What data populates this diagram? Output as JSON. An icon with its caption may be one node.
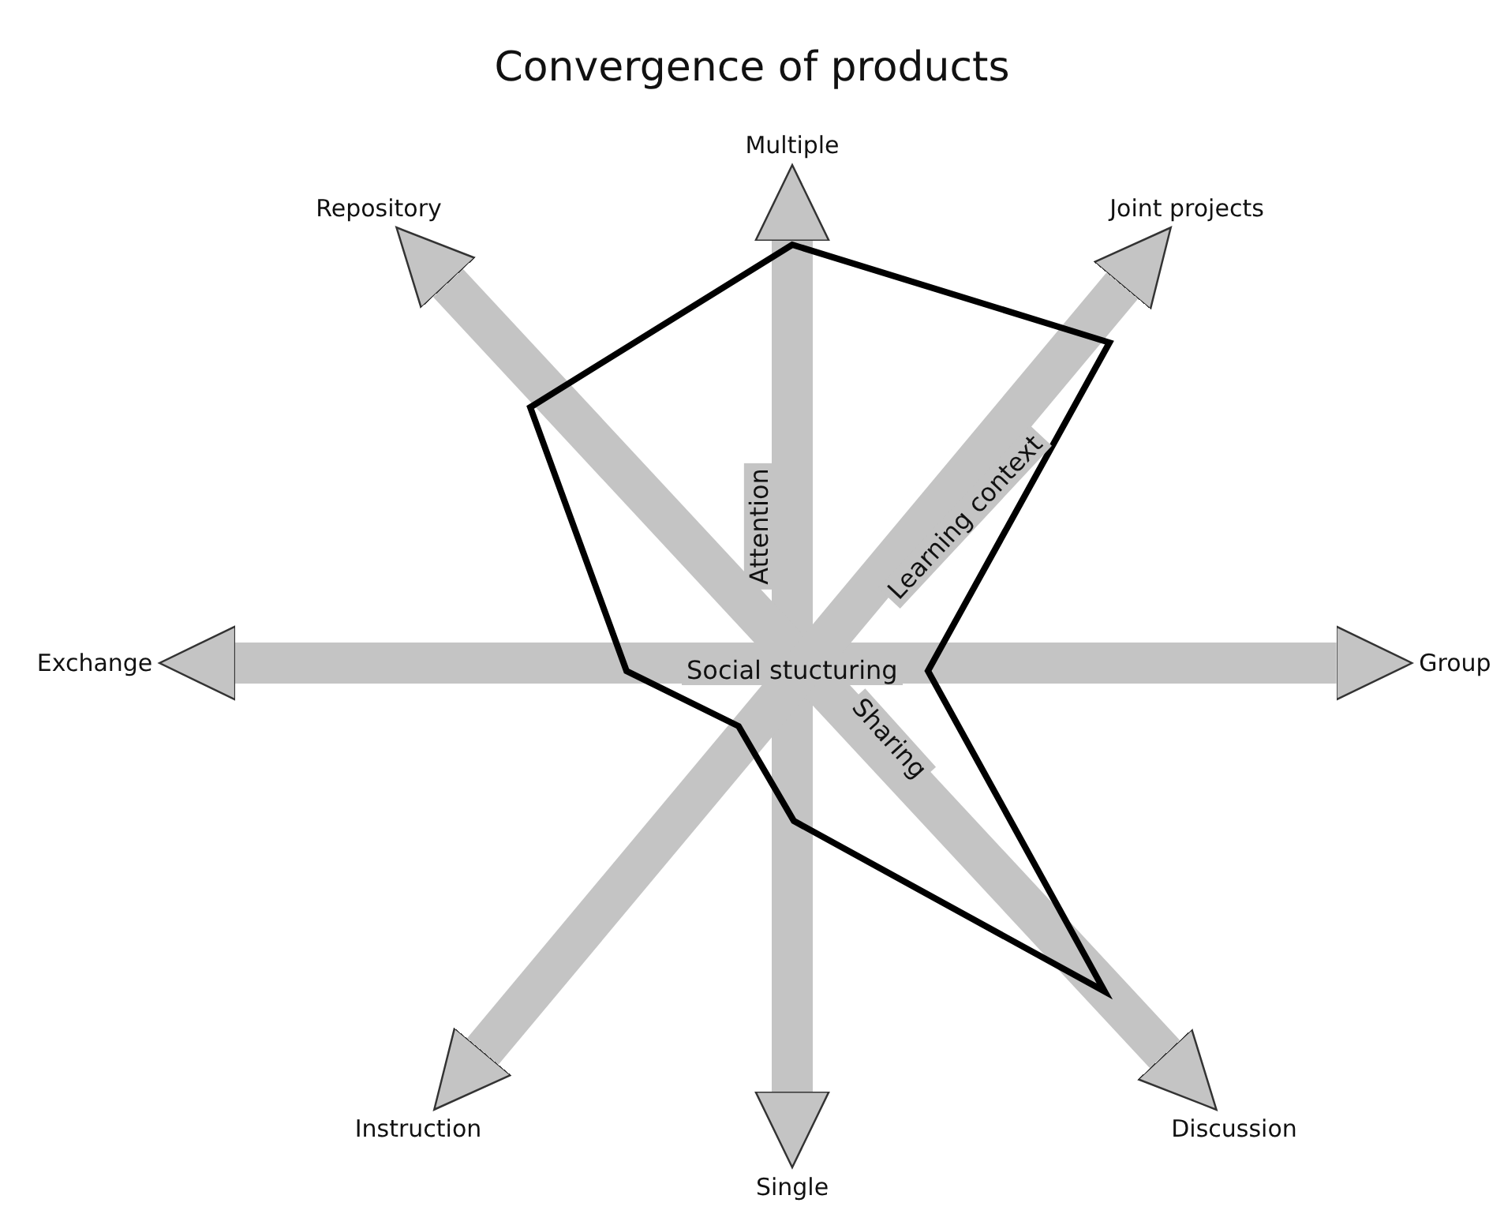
{
  "diagram": {
    "title": "Convergence of products",
    "nodes": [
      {
        "text": [
          "Multiple"
        ]
      },
      {
        "text": [
          "Repository"
        ]
      },
      {
        "text": [
          "Joint projects"
        ]
      },
      {
        "text": [
          "Exchange"
        ]
      },
      {
        "text": [
          "Group"
        ]
      },
      {
        "text": [
          "Instruction"
        ]
      },
      {
        "text": [
          "Discussion"
        ]
      },
      {
        "text": [
          "Single"
        ]
      }
    ],
    "edges": [
      {
        "from": 0,
        "to": 7,
        "arrow": "both",
        "label": "Attention"
      },
      {
        "from": 1,
        "to": 6,
        "arrow": "both",
        "label": "Sharing"
      },
      {
        "from": 3,
        "to": 4,
        "arrow": "both",
        "label": "Social stucturing"
      },
      {
        "from": 2,
        "to": 5,
        "arrow": "both",
        "label": "Learning context"
      }
    ]
  }
}
